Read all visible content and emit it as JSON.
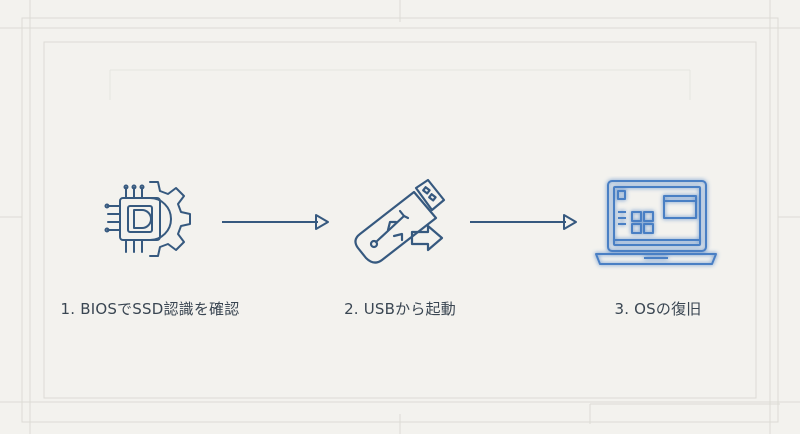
{
  "steps": [
    {
      "label": "1. BIOSでSSD認識を確認",
      "icon": "chip-gear-icon"
    },
    {
      "label": "2. USBから起動",
      "icon": "usb-drive-icon"
    },
    {
      "label": "3. OSの復旧",
      "icon": "laptop-icon"
    }
  ],
  "colors": {
    "background": "#f3f2ee",
    "icon_stroke": "#36597f",
    "highlight_stroke": "#4a7fc4",
    "text": "#3a4652"
  }
}
